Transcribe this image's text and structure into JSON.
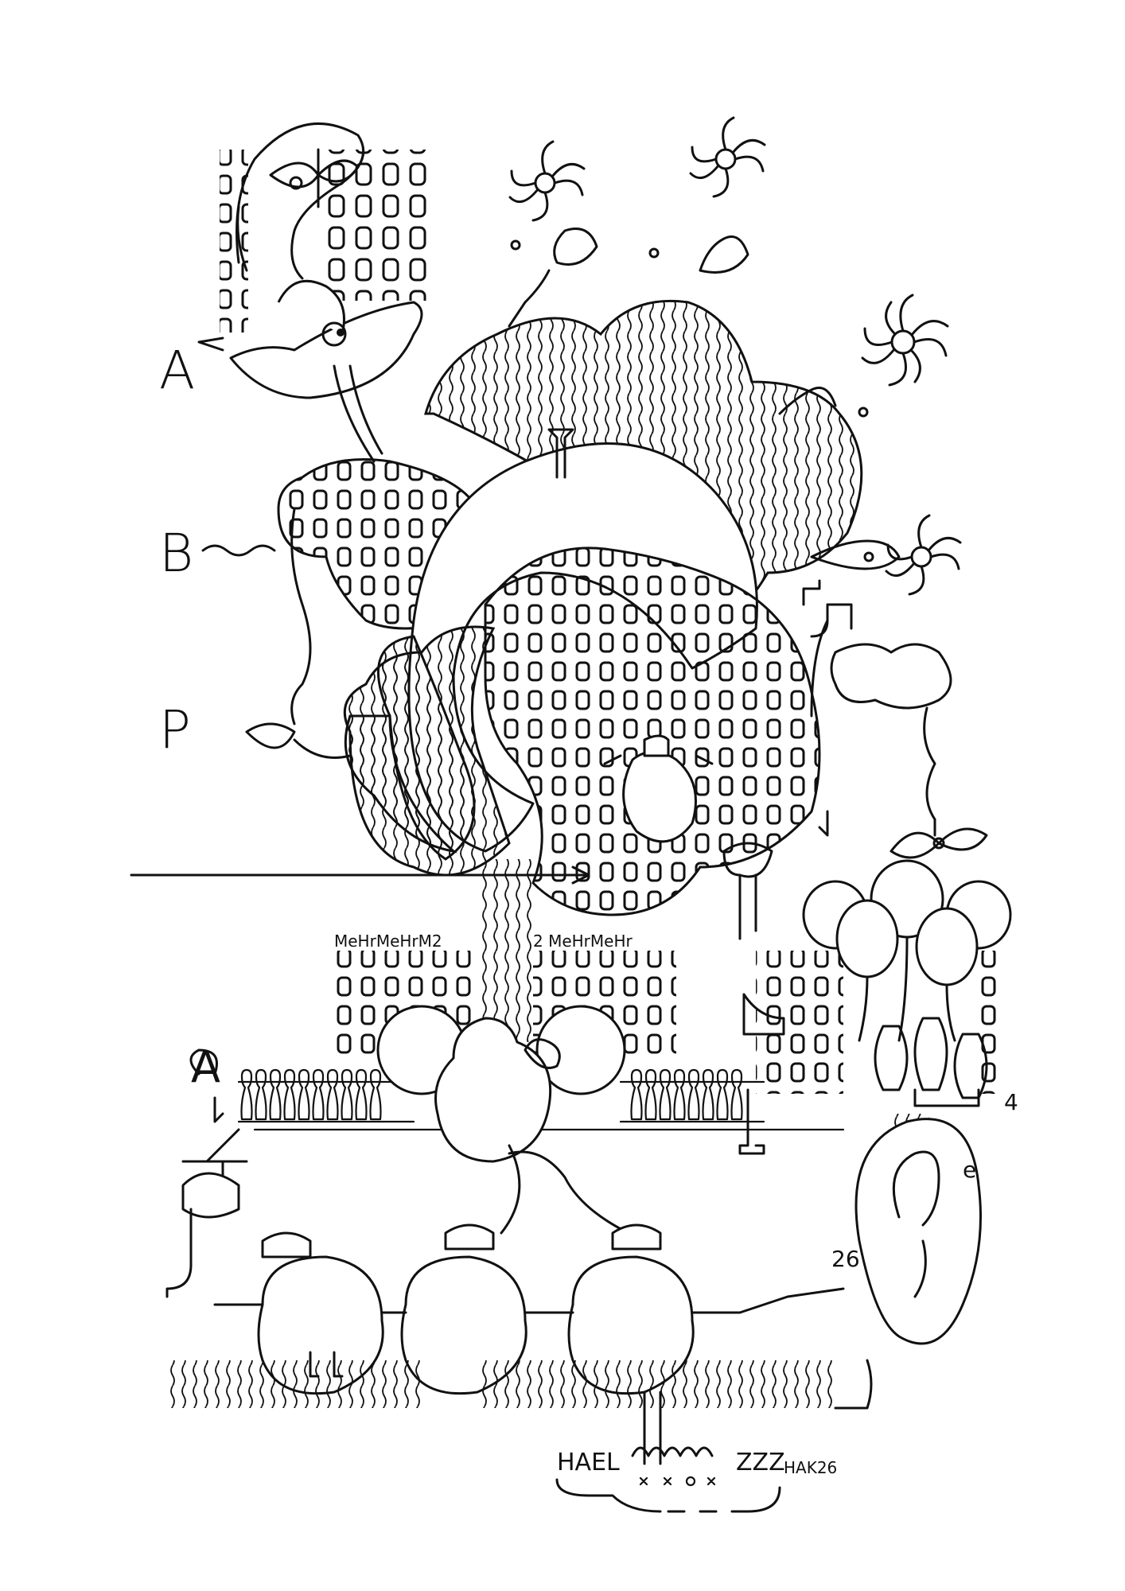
{
  "margin_letters": {
    "a": "A",
    "b": "B",
    "p": "P",
    "a_lower": "A"
  },
  "texts": {
    "meh_left": "MeHrMeHrM2",
    "meh_right": "2 MeHrMeHr",
    "num_26": "26",
    "num_4": "4",
    "letter_e": "e"
  },
  "signature": {
    "hael": "HAEL",
    "zzz": "ZZZ",
    "hak": "HAK26"
  },
  "colors": {
    "ink": "#111111",
    "paper": "#ffffff"
  }
}
